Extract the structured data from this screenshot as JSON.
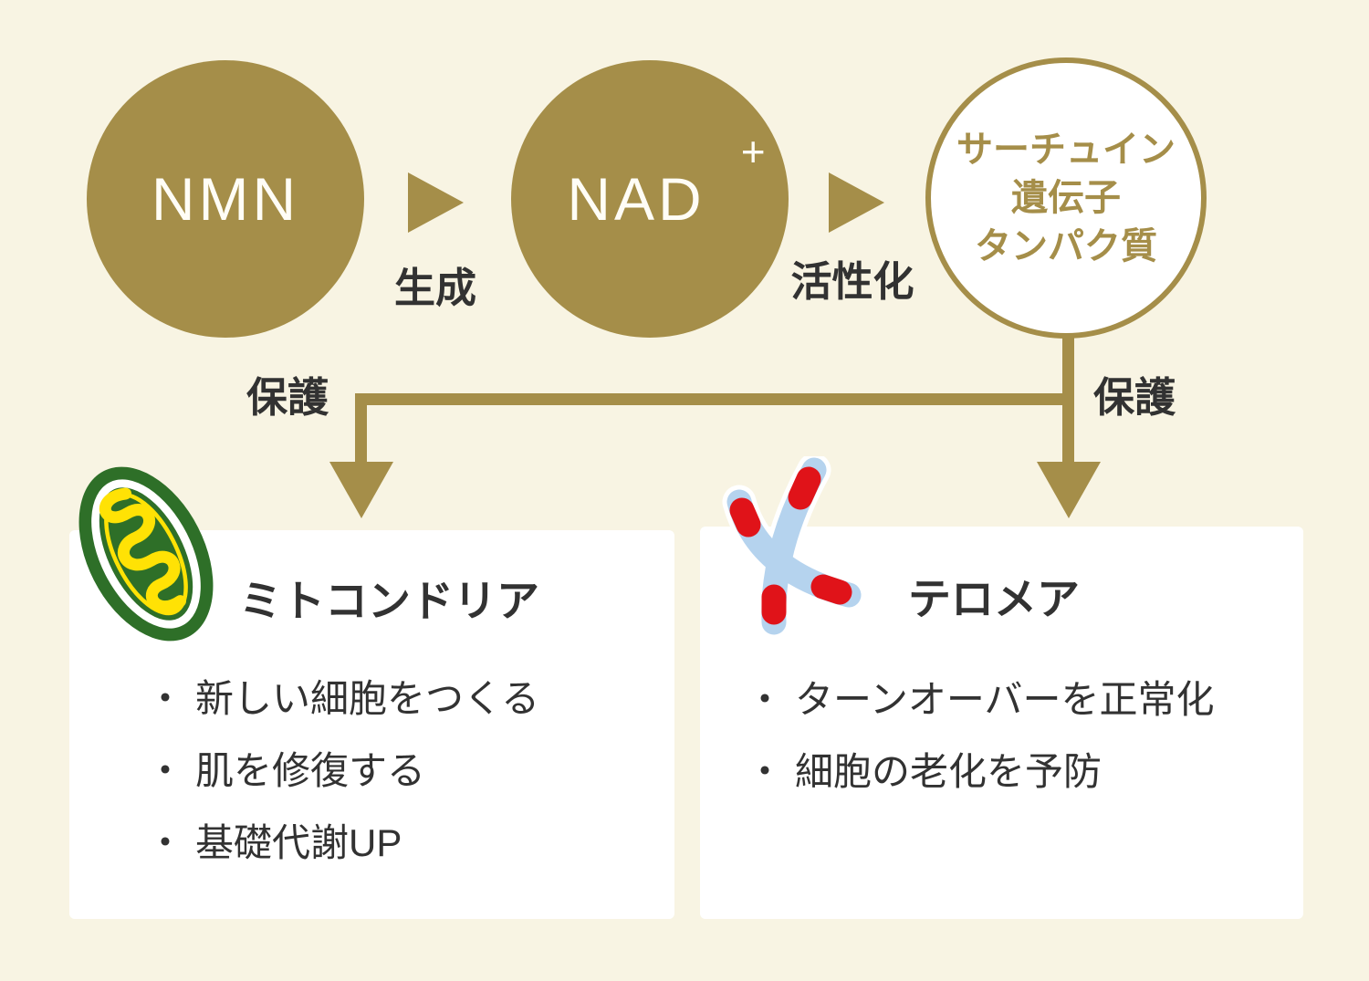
{
  "palette": {
    "background": "#f8f4e3",
    "gold": "#a58e49",
    "text_dark": "#323232",
    "card_white": "#ffffff",
    "mito_green": "#2e6f28",
    "mito_yellow": "#ffe205",
    "chromo_blue": "#b5d3ee",
    "chromo_red": "#e01319"
  },
  "flow": {
    "node1": {
      "label": "NMN"
    },
    "arrow1": {
      "label": "生成"
    },
    "node2": {
      "label": "NAD",
      "superscript": "+"
    },
    "arrow2": {
      "label": "活性化"
    },
    "node3": {
      "lines": [
        "サーチュイン",
        "遺伝子",
        "タンパク質"
      ]
    }
  },
  "branch": {
    "left_label": "保護",
    "right_label": "保護"
  },
  "boxes": {
    "left": {
      "icon": "mitochondria-icon",
      "title": "ミトコンドリア",
      "bullet_char": "・",
      "bullets": [
        "新しい細胞をつくる",
        "肌を修復する",
        "基礎代謝UP"
      ]
    },
    "right": {
      "icon": "chromosome-icon",
      "title": "テロメア",
      "bullet_char": "・",
      "bullets": [
        "ターンオーバーを正常化",
        "細胞の老化を予防"
      ]
    }
  }
}
